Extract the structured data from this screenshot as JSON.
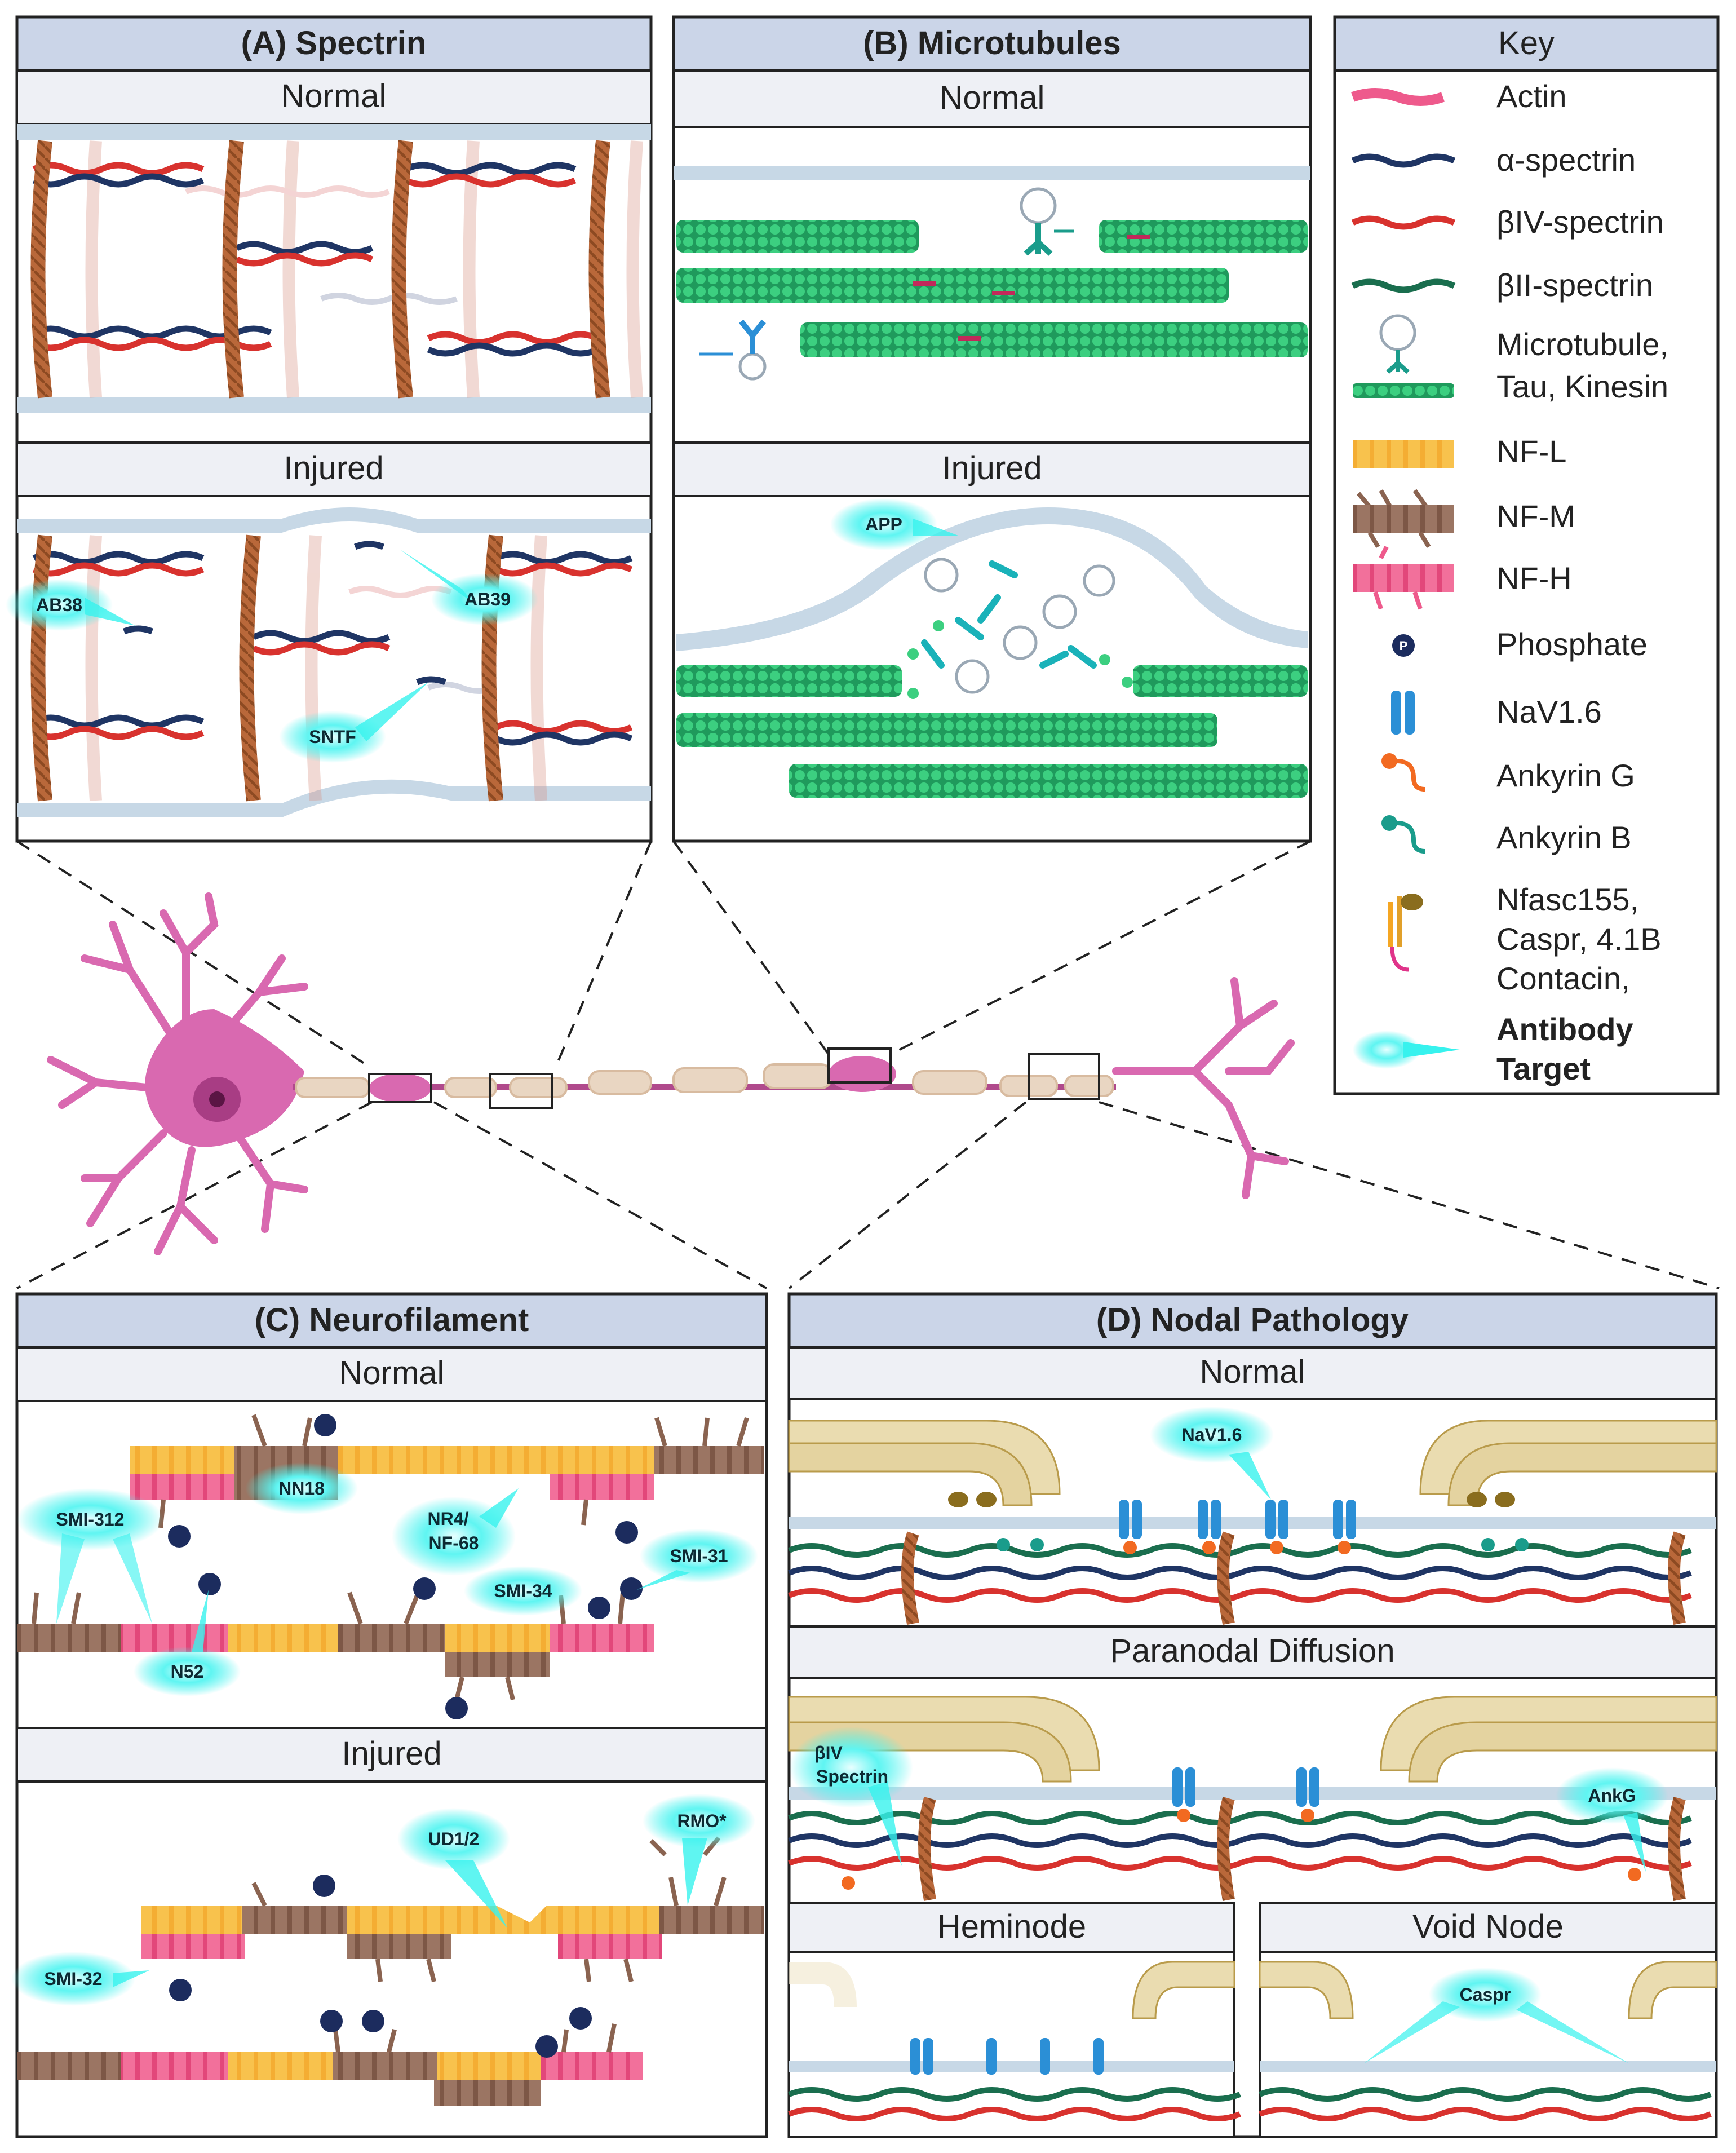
{
  "panels": {
    "spectrin": {
      "title": "(A) Spectrin",
      "normal": "Normal",
      "injured": "Injured"
    },
    "microtubules": {
      "title": "(B) Microtubules",
      "normal": "Normal",
      "injured": "Injured"
    },
    "neurofilament": {
      "title": "(C) Neurofilament",
      "normal": "Normal",
      "injured": "Injured"
    },
    "nodal": {
      "title": "(D) Nodal Pathology",
      "normal": "Normal",
      "paranodal": "Paranodal Diffusion",
      "heminode": "Heminode",
      "void": "Void Node"
    }
  },
  "key": {
    "title": "Key",
    "items": [
      {
        "icon": "actin-icon",
        "lines": [
          "Actin"
        ]
      },
      {
        "icon": "alpha-spectrin-icon",
        "lines": [
          "α-spectrin"
        ]
      },
      {
        "icon": "beta4-spectrin-icon",
        "lines": [
          "βIV-spectrin"
        ]
      },
      {
        "icon": "beta2-spectrin-icon",
        "lines": [
          "βII-spectrin"
        ]
      },
      {
        "icon": "microtubule-tau-kinesin-icon",
        "lines": [
          "Microtubule,",
          "Tau, Kinesin"
        ]
      },
      {
        "icon": "nf-l-icon",
        "lines": [
          "NF-L"
        ]
      },
      {
        "icon": "nf-m-icon",
        "lines": [
          "NF-M"
        ]
      },
      {
        "icon": "nf-h-icon",
        "lines": [
          "NF-H"
        ]
      },
      {
        "icon": "phosphate-icon",
        "lines": [
          "Phosphate"
        ]
      },
      {
        "icon": "nav16-icon",
        "lines": [
          "NaV1.6"
        ]
      },
      {
        "icon": "ankyrin-g-icon",
        "lines": [
          "Ankyrin G"
        ]
      },
      {
        "icon": "ankyrin-b-icon",
        "lines": [
          "Ankyrin B"
        ]
      },
      {
        "icon": "paranodal-complex-icon",
        "lines": [
          "Nfasc155,",
          "Caspr, 4.1B",
          "Contacin,"
        ]
      },
      {
        "icon": "antibody-target-icon",
        "lines": [
          "Antibody",
          "Target"
        ]
      }
    ]
  },
  "phosphate_symbol": "P",
  "antibodies": {
    "ab38": "AB38",
    "ab39": "AB39",
    "sntf": "SNTF",
    "app": "APP",
    "nn18": "NN18",
    "nr4_l1": "NR4/",
    "nr4_l2": "NF-68",
    "smi312": "SMI-312",
    "smi31": "SMI-31",
    "smi34": "SMI-34",
    "n52": "N52",
    "ud12": "UD1/2",
    "rmo": "RMO*",
    "smi32": "SMI-32",
    "nav16": "NaV1.6",
    "biv_l1": "βIV",
    "biv_l2": "Spectrin",
    "ankg": "AnkG",
    "caspr": "Caspr"
  },
  "colors": {
    "header_fill": "#cbd5e8",
    "subheader_fill": "#eef0f5",
    "actin": "#a65a2e",
    "alpha_spectrin": "#1f3564",
    "beta4_spectrin": "#d8322e",
    "beta2_spectrin": "#1a6e4e",
    "microtubule": "#2fb56f",
    "nfl": "#f5c04a",
    "nfm": "#8a6350",
    "nfh": "#ee5a8c",
    "phosphate": "#1c2c5e",
    "nav": "#2b8fd6",
    "ankyrin_g": "#f26a21",
    "ankyrin_b": "#1a9c8b",
    "antibody": "#37f2ee",
    "neuron": "#d969b0",
    "myelin": "#e9d6c2"
  }
}
